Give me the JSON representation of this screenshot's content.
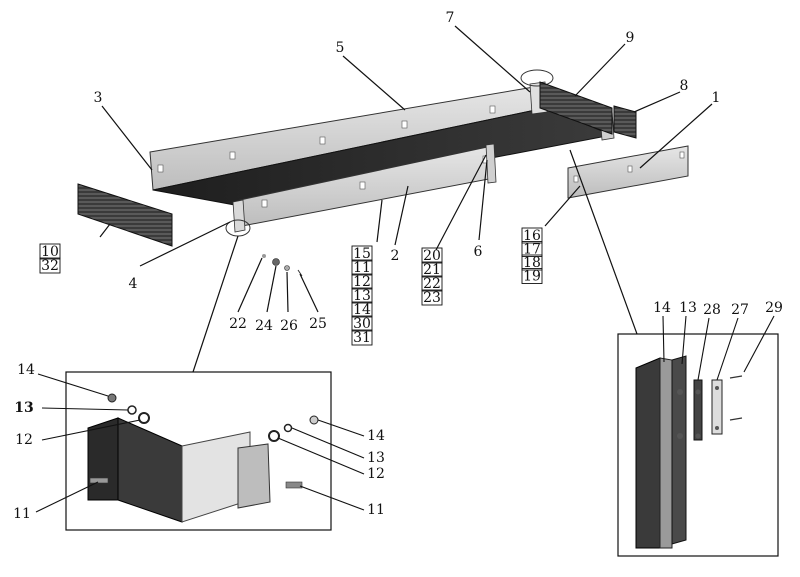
{
  "callouts": {
    "c1": "1",
    "c2": "2",
    "c3": "3",
    "c4": "4",
    "c5": "5",
    "c6": "6",
    "c7": "7",
    "c8": "8",
    "c9": "9",
    "c22": "22",
    "c24": "24",
    "c26": "26",
    "c25": "25",
    "box_a": [
      "10",
      "32"
    ],
    "box_b": [
      "15",
      "11",
      "12",
      "13",
      "14",
      "30",
      "31"
    ],
    "box_c": [
      "20",
      "21",
      "22",
      "23"
    ],
    "box_d": [
      "16",
      "17",
      "18",
      "19"
    ],
    "left_detail": {
      "l14": "14",
      "l13": "13",
      "l12": "12",
      "l11": "11",
      "r14": "14",
      "r13": "13",
      "r12": "12",
      "r11": "11"
    },
    "right_detail": {
      "a": "14",
      "b": "13",
      "c": "28",
      "d": "27",
      "e": "29"
    }
  }
}
